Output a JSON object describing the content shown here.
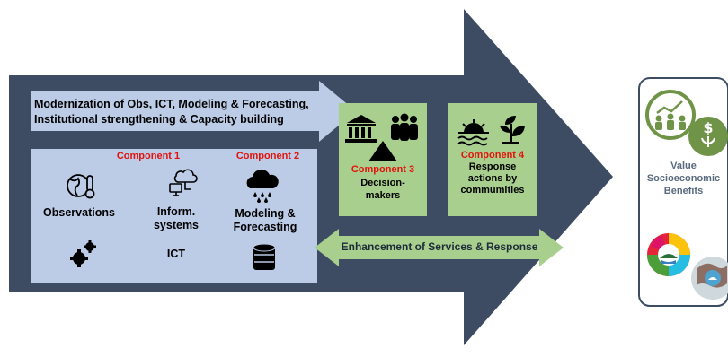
{
  "top_arrow": {
    "line1": "Modernization of Obs, ICT, Modeling & Forecasting,",
    "line2": "Institutional strengthening & Capacity building"
  },
  "component1": {
    "title": "Component 1",
    "observations": "Observations",
    "inform_line1": "Inform.",
    "inform_line2": "systems",
    "ict": "ICT"
  },
  "component2": {
    "title": "Component 2",
    "line1": "Modeling &",
    "line2": "Forecasting"
  },
  "component3": {
    "title": "Component 3",
    "line1": "Decision-",
    "line2": "makers"
  },
  "component4": {
    "title": "Component 4",
    "line1": "Response",
    "line2": "actions by",
    "line3": "commumities"
  },
  "services_arrow": {
    "label": "Enhancement of Services & Response"
  },
  "benefits": {
    "line1": "Value",
    "line2": "Socioeconomic",
    "line3": "Benefits"
  },
  "colors": {
    "big_arrow": "#3d4c62",
    "light_blue": "#bccbe6",
    "green": "#a8cf8d",
    "accent_green": "#6f9347",
    "red": "#e3120b"
  },
  "icons": [
    "globe-thermometer-icon",
    "network-cloud-icon",
    "rain-cloud-icon",
    "gears-icon",
    "database-icon",
    "government-building-icon",
    "people-group-icon",
    "triangle-icon",
    "sunrise-water-icon",
    "plant-icon",
    "team-growth-icon",
    "money-plant-icon",
    "sdg-wheel-icon",
    "globe-water-icon"
  ]
}
